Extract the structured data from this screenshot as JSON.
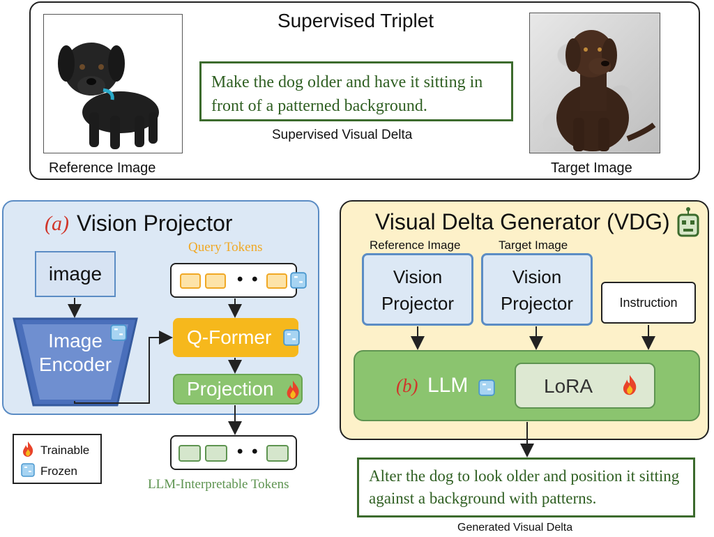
{
  "supervised_triplet": {
    "title": "Supervised Triplet",
    "reference_label": "Reference Image",
    "target_label": "Target Image",
    "instruction": "Make the dog older and have it sitting in front of a patterned background.",
    "caption": "Supervised Visual Delta"
  },
  "vision_projector": {
    "letter": "(a)",
    "title": "Vision Projector",
    "image_label": "image",
    "encoder_label": "Image Encoder",
    "query_tokens_label": "Query Tokens",
    "qformer_label": "Q-Former",
    "projection_label": "Projection",
    "dots": "• • •",
    "output_label": "LLM-Interpretable Tokens"
  },
  "legend": {
    "trainable": "Trainable",
    "frozen": "Frozen"
  },
  "vdg": {
    "title": "Visual Delta Generator (VDG)",
    "ref_label": "Reference Image",
    "tgt_label": "Target Image",
    "vp_line1": "Vision",
    "vp_line2": "Projector",
    "instruction_label": "Instruction",
    "llm_letter": "(b)",
    "llm_label": "LLM",
    "lora_label": "LoRA",
    "output": "Alter the dog to look older and position it sitting against a background with patterns.",
    "output_caption": "Generated Visual Delta"
  },
  "colors": {
    "blue_panel": "#dce8f5",
    "yellow_panel": "#fdf1c9",
    "green": "#8bc46f",
    "orange": "#f6b81c",
    "red_accent": "#d0352a",
    "text_green": "#2f5f22"
  },
  "icons": [
    "fire-icon",
    "ice-icon",
    "robot-icon"
  ]
}
